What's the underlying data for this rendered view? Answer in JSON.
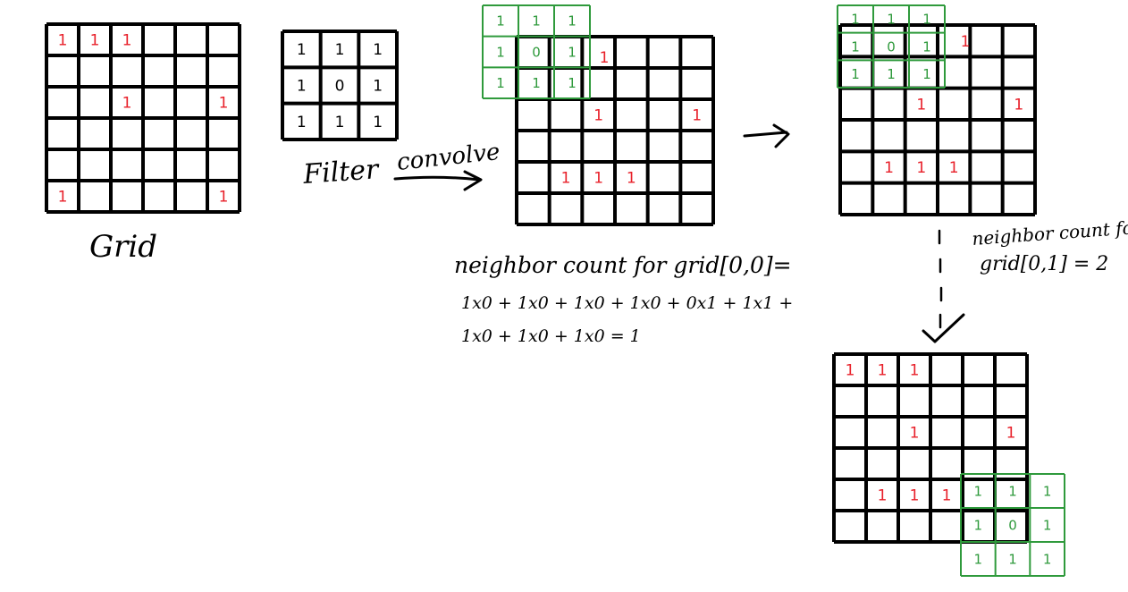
{
  "labels": {
    "grid": "Grid",
    "filter": "Filter",
    "convolve": "convolve",
    "neighbor_line1": "neighbor count for grid[0,0]=",
    "neighbor_line2": "1x0 + 1x0 + 1x0 + 1x0 + 0x1 + 1x1 +",
    "neighbor_line3": "1x0 + 1x0 + 1x0 = 1",
    "neighbor2_line1": "neighbor count for",
    "neighbor2_line2": "grid[0,1] = 2"
  },
  "grid_cells": [
    [
      "1",
      "1",
      "1",
      "",
      "",
      ""
    ],
    [
      "",
      "",
      "",
      "",
      "",
      ""
    ],
    [
      "",
      "",
      "1",
      "",
      "",
      "1"
    ],
    [
      "",
      "",
      "",
      "",
      "",
      ""
    ],
    [
      "",
      "",
      "",
      "",
      "",
      ""
    ],
    [
      "1",
      "",
      "",
      "",
      "",
      "1"
    ]
  ],
  "filter_cells": [
    [
      "1",
      "1",
      "1"
    ],
    [
      "1",
      "0",
      "1"
    ],
    [
      "1",
      "1",
      "1"
    ]
  ],
  "step1_grid_cells": [
    [
      "",
      "",
      "",
      "",
      "",
      ""
    ],
    [
      "",
      "",
      "",
      "",
      "",
      ""
    ],
    [
      "",
      "",
      "1",
      "",
      "",
      "1"
    ],
    [
      "",
      "",
      "",
      "",
      "",
      ""
    ],
    [
      "",
      "1",
      "1",
      "1",
      "",
      ""
    ],
    [
      "",
      "",
      "",
      "",
      "",
      ""
    ]
  ],
  "step1_overlay_cells": [
    [
      "1",
      "1",
      "1"
    ],
    [
      "1",
      "0",
      "1"
    ],
    [
      "1",
      "1",
      "1"
    ]
  ],
  "step1_grid_row0_red": "1",
  "step2_grid_cells": [
    [
      "",
      "",
      "",
      "",
      "",
      ""
    ],
    [
      "",
      "",
      "",
      "",
      "",
      ""
    ],
    [
      "",
      "",
      "1",
      "",
      "",
      "1"
    ],
    [
      "",
      "",
      "",
      "",
      "",
      ""
    ],
    [
      "",
      "1",
      "1",
      "1",
      "",
      ""
    ],
    [
      "",
      "",
      "",
      "",
      "",
      ""
    ]
  ],
  "step2_overlay_cells": [
    [
      "1",
      "1",
      "1"
    ],
    [
      "1",
      "0",
      "1"
    ],
    [
      "1",
      "1",
      "1"
    ]
  ],
  "step2_row0_red": "1",
  "step3_grid_cells": [
    [
      "1",
      "1",
      "1",
      "",
      "",
      ""
    ],
    [
      "",
      "",
      "",
      "",
      "",
      ""
    ],
    [
      "",
      "",
      "1",
      "",
      "",
      "1"
    ],
    [
      "",
      "",
      "",
      "",
      "",
      ""
    ],
    [
      "",
      "1",
      "1",
      "1",
      "",
      ""
    ],
    [
      "",
      "",
      "",
      "",
      "",
      ""
    ]
  ],
  "step3_overlay_cells": [
    [
      "1",
      "1",
      "1"
    ],
    [
      "1",
      "0",
      "1"
    ],
    [
      "1",
      "1",
      "1"
    ]
  ],
  "colors": {
    "ink": "#000000",
    "red": "#e8202a",
    "green": "#2f9a3c"
  }
}
